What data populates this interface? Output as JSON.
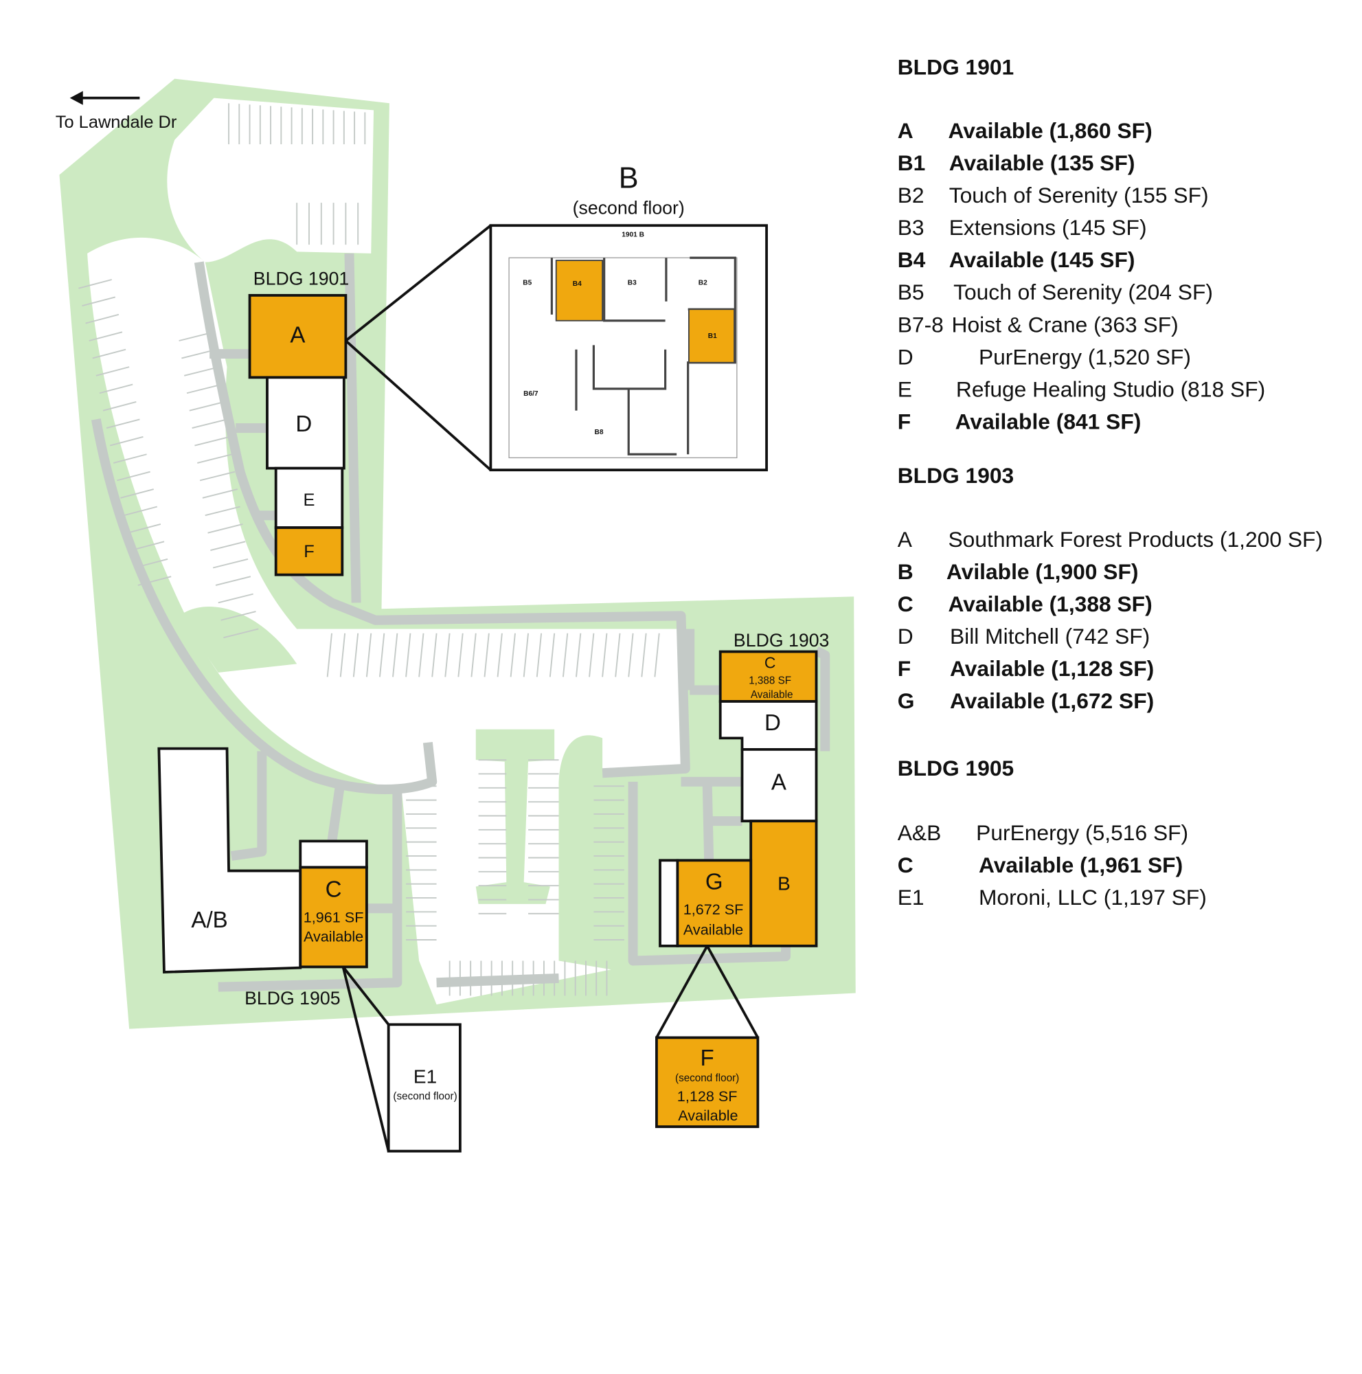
{
  "direction": {
    "label": "To Lawndale Dr",
    "icon": "arrow-left-icon"
  },
  "colors": {
    "available": "#f0a80f",
    "grass": "#cdeac2",
    "road": "#c4cac7",
    "building": "#ffffff"
  },
  "map": {
    "bldg1901": {
      "label": "BLDG 1901",
      "units": {
        "A": "A",
        "D": "D",
        "E": "E",
        "F": "F"
      }
    },
    "inset_1901b": {
      "title": "B",
      "subtitle": "(second floor)",
      "plan_title": "1901 B",
      "rooms": {
        "B1": "B1",
        "B2": "B2",
        "B3": "B3",
        "B4": "B4",
        "B5": "B5",
        "B67": "B6/7",
        "B8": "B8"
      }
    },
    "bldg1903": {
      "label": "BLDG 1903",
      "C": {
        "name": "C",
        "size": "1,388 SF",
        "status": "Available"
      },
      "D": "D",
      "A": "A",
      "B": "B",
      "G": {
        "name": "G",
        "size": "1,672 SF",
        "status": "Available"
      },
      "F": {
        "name": "F",
        "floor": "(second floor)",
        "size": "1,128 SF",
        "status": "Available"
      }
    },
    "bldg1905": {
      "label": "BLDG 1905",
      "AB": "A/B",
      "C": {
        "name": "C",
        "size": "1,961 SF",
        "status": "Available"
      },
      "E1": {
        "name": "E1",
        "floor": "(second floor)"
      }
    }
  },
  "legend": [
    {
      "title": "BLDG 1901",
      "rows": [
        {
          "unit": "A",
          "text": "Available (1,860 SF)",
          "available": true
        },
        {
          "unit": "B1",
          "text": "Available (135 SF)",
          "available": true
        },
        {
          "unit": "B2",
          "text": "Touch of Serenity (155 SF)",
          "available": false
        },
        {
          "unit": "B3",
          "text": "Extensions (145 SF)",
          "available": false
        },
        {
          "unit": "B4",
          "text": "Available (145 SF)",
          "available": true
        },
        {
          "unit": "B5",
          "text": "Touch of Serenity (204 SF)",
          "available": false
        },
        {
          "unit": "B7-8",
          "text": "Hoist & Crane (363 SF)",
          "available": false
        },
        {
          "unit": "D",
          "text": "PurEnergy (1,520 SF)",
          "available": false
        },
        {
          "unit": "E",
          "text": "Refuge Healing Studio (818 SF)",
          "available": false
        },
        {
          "unit": "F",
          "text": "Available (841 SF)",
          "available": true
        }
      ]
    },
    {
      "title": "BLDG 1903",
      "rows": [
        {
          "unit": "A",
          "text": "Southmark Forest Products (1,200 SF)",
          "available": false
        },
        {
          "unit": "B",
          "text": "Avilable (1,900 SF)",
          "available": true
        },
        {
          "unit": "C",
          "text": "Available (1,388 SF)",
          "available": true
        },
        {
          "unit": "D",
          "text": "Bill Mitchell (742 SF)",
          "available": false
        },
        {
          "unit": "F",
          "text": "Available (1,128 SF)",
          "available": true
        },
        {
          "unit": "G",
          "text": "Available (1,672 SF)",
          "available": true
        }
      ]
    },
    {
      "title": "BLDG 1905",
      "rows": [
        {
          "unit": "A&B",
          "text": "PurEnergy (5,516 SF)",
          "available": false
        },
        {
          "unit": "C",
          "text": "Available (1,961 SF)",
          "available": true
        },
        {
          "unit": "E1",
          "text": "Moroni, LLC (1,197 SF)",
          "available": false
        }
      ]
    }
  ]
}
